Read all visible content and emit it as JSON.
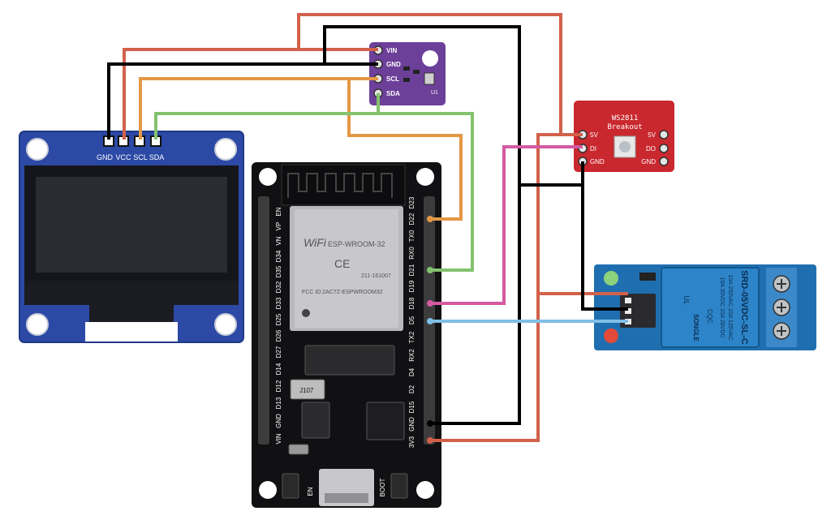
{
  "oled": {
    "pins": [
      "GND",
      "VCC",
      "SCL",
      "SDA"
    ]
  },
  "bme": {
    "pins": [
      "VIN",
      "GND",
      "SCL",
      "SDA"
    ],
    "chip_label": "U1"
  },
  "ws2811": {
    "title": "WS2811",
    "subtitle": "Breakout",
    "left_pins": [
      "5V",
      "DI",
      "GND"
    ],
    "right_pins": [
      "5V",
      "DO",
      "GND"
    ]
  },
  "esp32": {
    "module_brand": "WiFi",
    "module_name": "ESP-WROOM-32",
    "ce_mark": "CE",
    "fcc_id": "FCC ID:2AC7Z-ESPWROOM32",
    "r_code": "211-161007",
    "crystal_label": "J107",
    "left_pins": [
      "EN",
      "VP",
      "VN",
      "D34",
      "D35",
      "D32",
      "D33",
      "D25",
      "D26",
      "D27",
      "D14",
      "D12",
      "D13",
      "GND",
      "VIN"
    ],
    "right_pins": [
      "D23",
      "D22",
      "TX0",
      "RX0",
      "D21",
      "D19",
      "D18",
      "D5",
      "TX2",
      "RX2",
      "D4",
      "D2",
      "D15",
      "GND",
      "3V3"
    ],
    "en_label": "EN",
    "boot_label": "BOOT"
  },
  "relay": {
    "model": "SRD-05VDC-SL-C",
    "rating1": "10A 250VAC  10A 125VAC",
    "rating2": "10A 30VDC  10A 28VDC",
    "brand": "SONGLE",
    "cert": "CQC",
    "ul": "UL"
  },
  "colors": {
    "power": "#d2614b",
    "ground": "#000000",
    "scl": "#e39845",
    "sda": "#83c26e",
    "ws_data": "#d45aa3",
    "relay_signal": "#7fbfe8"
  }
}
